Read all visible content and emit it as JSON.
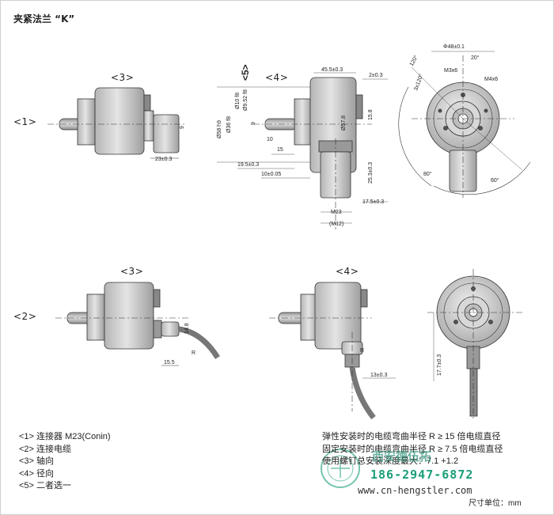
{
  "title": "夹紧法兰 “K”",
  "views": {
    "label_1": "<1>",
    "label_2": "<2>",
    "label_3": "<3>",
    "label_4": "<4>",
    "label_5": "<5>"
  },
  "dims": {
    "d23": "23±0.3",
    "d9": "9",
    "d58": "Ø58 h9",
    "d36": "Ø36 f8",
    "d10": "Ø10 f8",
    "d952": "Ø9.52 f8",
    "d9b": "9",
    "d10b": "10",
    "d15": "15",
    "d195": "19.5±0.3",
    "d1005": "10±0.05",
    "d455": "45.5±0.3",
    "d2": "2±0.3",
    "d158": "15.8",
    "d578": "Ø57.8",
    "d253": "25.3±0.3",
    "d175": "17.5±0.3",
    "m23": "M23",
    "m12": "(M12)",
    "d48": "Φ48±0.1",
    "a20": "20°",
    "a120": "120°",
    "a3x120": "3x120°",
    "m3": "M3x6",
    "m4": "M4x6",
    "a60": "60°",
    "a80": "80°",
    "d148": "14.8",
    "d155": "15.5",
    "r": "R",
    "d13": "13±0.3",
    "d177": "17.7±0.3"
  },
  "legend": [
    "<1> 连接器 M23(Conin)",
    "<2> 连接电缆",
    "<3> 轴向",
    "<4> 径向",
    "<5> 二者选一"
  ],
  "notes": [
    "弹性安装时的电缆弯曲半径 R ≥ 15 倍电缆直径",
    "固定安装时的电缆弯曲半径 R ≥ 7.5 倍电缆直径",
    "使用螺钉总安装深度最大：7.1 +1.2"
  ],
  "brand": "西安德伍拓",
  "phone": "186-2947-6872",
  "website": "www.cn-hengstler.com",
  "unit": "尺寸单位：mm"
}
